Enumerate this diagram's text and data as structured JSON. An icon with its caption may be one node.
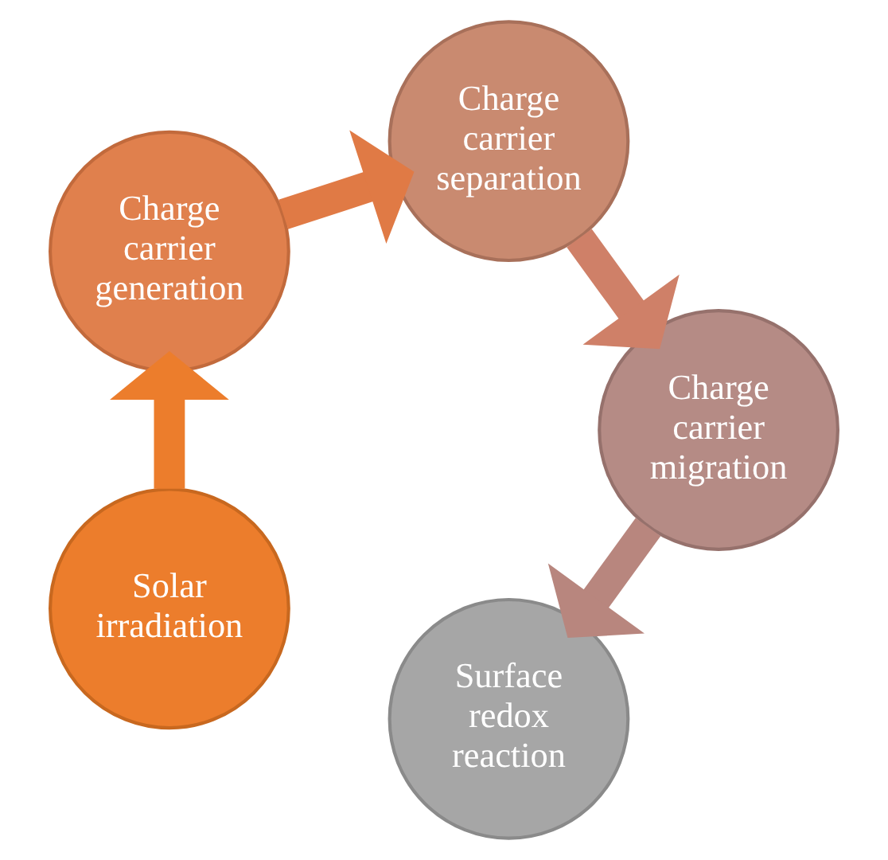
{
  "diagram": {
    "nodes": [
      {
        "text": [
          "Solar irradiation"
        ]
      },
      {
        "text": [
          "Charge carrier generation"
        ]
      },
      {
        "text": [
          "Charge carrier separation"
        ]
      },
      {
        "text": [
          "Charge carrier migration"
        ]
      },
      {
        "text": [
          "Surface redox reaction"
        ]
      }
    ],
    "edges": [
      {
        "from": 0,
        "to": 1,
        "arrow": "to",
        "color": "#ec7d2c"
      },
      {
        "from": 1,
        "to": 2,
        "arrow": "to",
        "color": "#e07a45"
      },
      {
        "from": 2,
        "to": 3,
        "arrow": "to",
        "color": "#cf8068"
      },
      {
        "from": 3,
        "to": 4,
        "arrow": "to",
        "color": "#b8867e"
      }
    ]
  }
}
